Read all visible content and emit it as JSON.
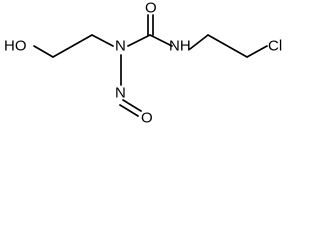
{
  "molecule": {
    "atoms": {
      "ho": "HO",
      "n_nitroso": "N",
      "o_carbonyl": "O",
      "nh": "NH",
      "cl": "Cl",
      "n_lower": "N",
      "o_lower": "O"
    }
  }
}
